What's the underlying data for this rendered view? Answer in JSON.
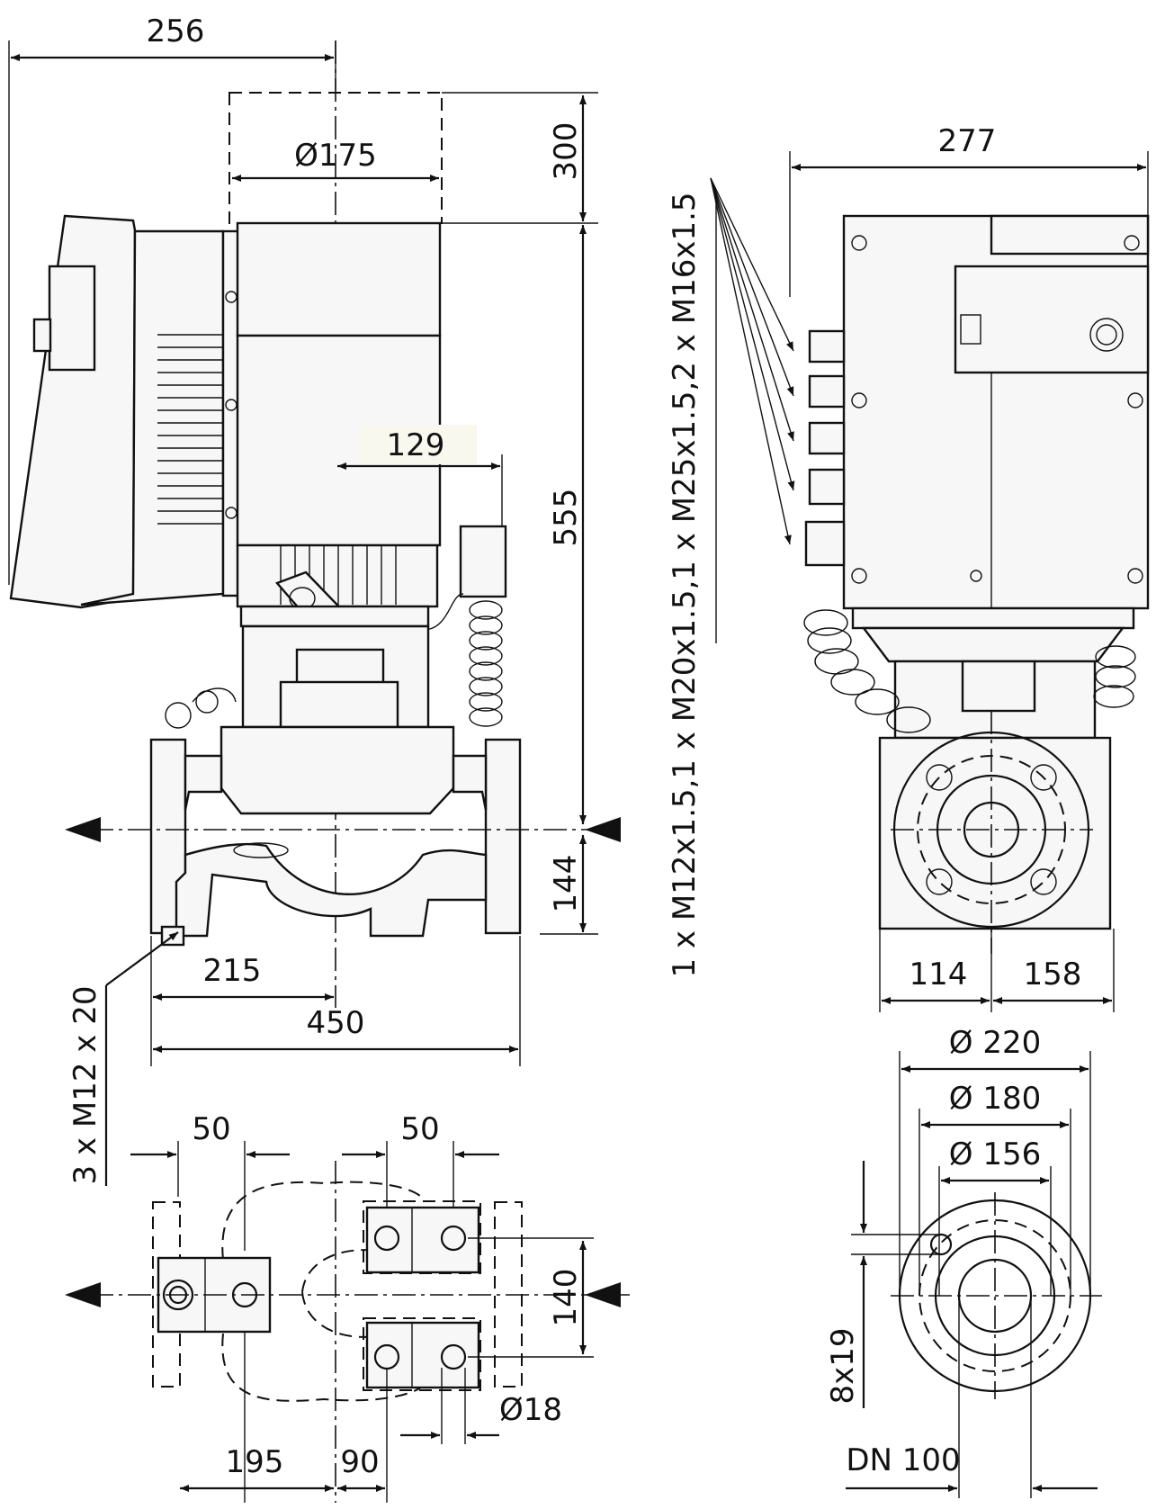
{
  "drawing": {
    "front_view": {
      "dims": {
        "d256": "256",
        "d175": "Ø175",
        "d300": "300",
        "d129": "129",
        "d555": "555",
        "d144": "144",
        "d215": "215",
        "d450": "450",
        "thread": "3 x M12 x 20"
      }
    },
    "side_view": {
      "dims": {
        "d277": "277",
        "d114": "114",
        "d158": "158",
        "glands": "1 x M12x1.5,1 x M20x1.5,1 x M25x1.5,2 x M16x1.5"
      }
    },
    "base_view": {
      "dims": {
        "d50a": "50",
        "d50b": "50",
        "d140": "140",
        "d18": "Ø18",
        "d195": "195",
        "d90": "90"
      }
    },
    "flange_view": {
      "dims": {
        "d220": "Ø 220",
        "d180": "Ø 180",
        "d156": "Ø 156",
        "holes": "8x19",
        "dn": "DN 100"
      }
    }
  }
}
